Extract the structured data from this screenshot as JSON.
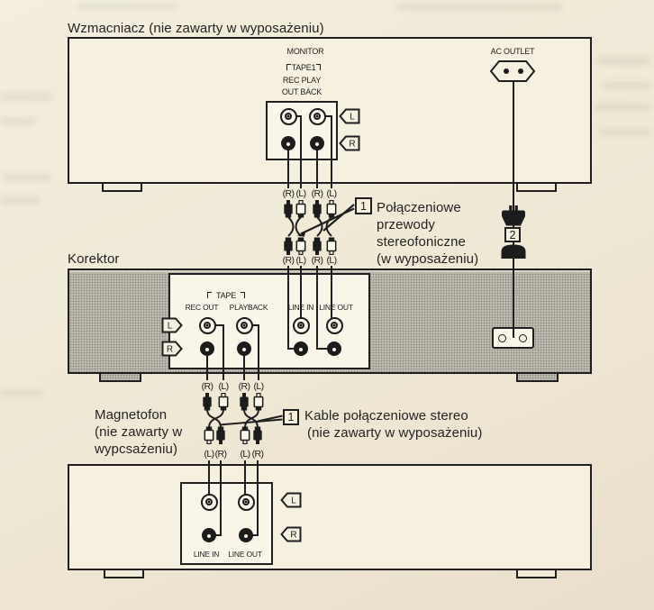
{
  "amplifier": {
    "title": "Wzmacniacz (nie zawarty w wyposażeniu)",
    "monitor_label": "MONITOR",
    "tape_label": "TAPE1",
    "rec_play_label": "REC PLAY",
    "out_back_label": "OUT BACK",
    "ac_outlet_label": "AC OUTLET",
    "tag_left": "L",
    "tag_right": "R"
  },
  "equalizer": {
    "title": "Korektor",
    "tape_label": "TAPE",
    "rec_out_label": "REC OUT",
    "playback_label": "PLAYBACK",
    "line_in_label": "LINE IN",
    "line_out_label": "LINE OUT",
    "tag_left": "L",
    "tag_right": "R"
  },
  "tape_deck": {
    "title_line1": "Magnetofon",
    "title_line2": "(nie zawarty w",
    "title_line3": "wypcsażeniu)",
    "line_in_label": "LINE IN",
    "line_out_label": "LINE OUT",
    "tag_left": "L",
    "tag_right": "R"
  },
  "callout_cords": {
    "number": "1",
    "line1": "Połączeniowe",
    "line2": "przewody",
    "line3": "stereofoniczne",
    "line4": "(w wyposażeniu)"
  },
  "callout_cables": {
    "number": "1",
    "line1": "Kable połączeniowe stereo",
    "line2": "(nie zawarty w wyposażeniu)"
  },
  "power_callout_number": "2",
  "plug_labels": {
    "amp_top": [
      "(R)",
      "(L)",
      "(R)",
      "(L)"
    ],
    "amp_bottom": [
      "(R)",
      "(L)",
      "(R)",
      "(L)"
    ],
    "deck_top": [
      "(R)",
      "(L)",
      "(R)",
      "(L)"
    ],
    "deck_bottom": [
      "(L)",
      "(R)",
      "(L)",
      "(R)"
    ]
  }
}
